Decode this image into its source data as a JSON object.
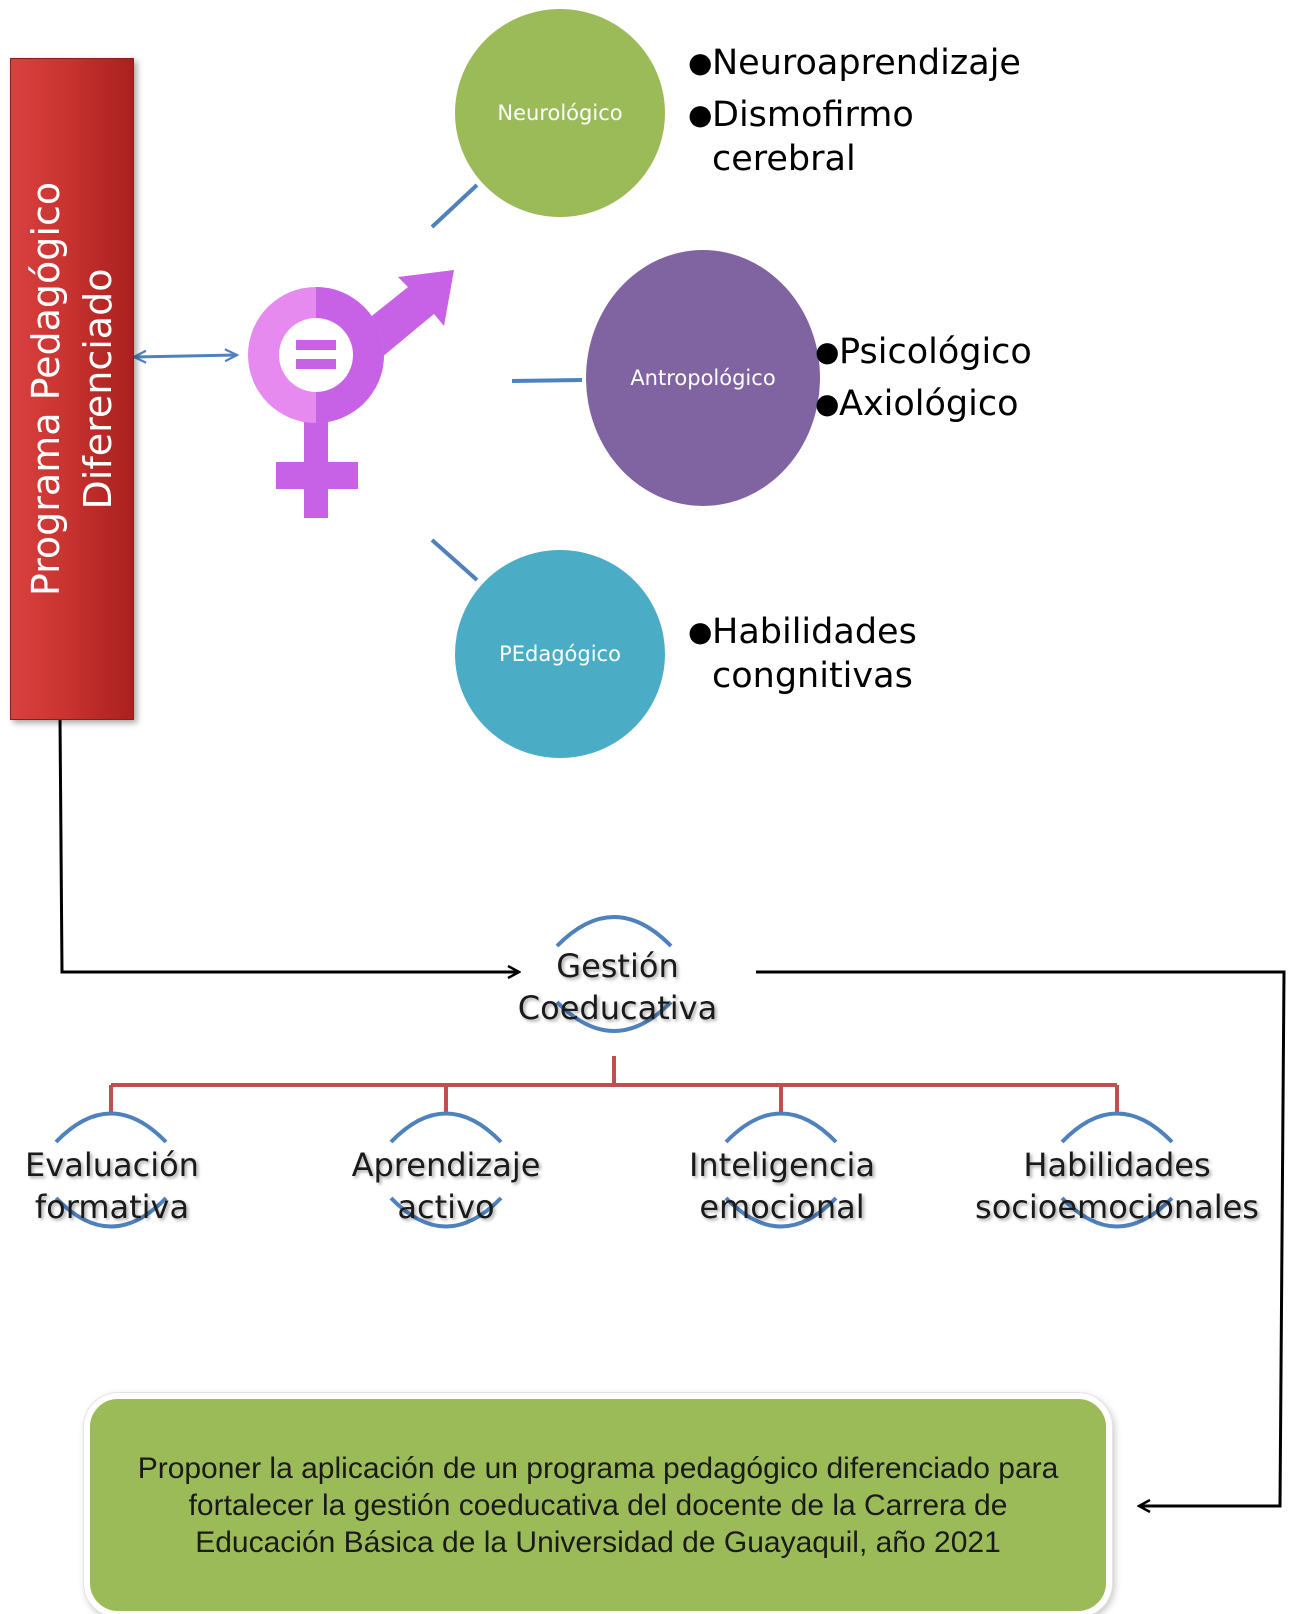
{
  "program_box": {
    "line1": "Programa Pedagógico",
    "line2": "Diferenciado"
  },
  "gender_symbol": {
    "icon": "gender-equality-icon",
    "color_main": "#c762e6",
    "color_light": "#e68af0"
  },
  "circles": {
    "neurologico": {
      "label": "Neurológico",
      "color": "#9bbb59",
      "bullets": [
        "Neuroaprendizaje",
        "Dismofirmo cerebral"
      ]
    },
    "antropologico": {
      "label": "Antropológico",
      "color": "#8064a2",
      "bullets": [
        "Psicológico",
        "Axiológico"
      ]
    },
    "pedagogico": {
      "label": "PEdagógico",
      "color": "#4bacc6",
      "bullets": [
        "Habilidades congnitivas"
      ]
    }
  },
  "gestion": {
    "line1": "Gestión",
    "line2": "Coeducativa"
  },
  "children": [
    {
      "line1": "Evaluación",
      "line2": "formativa"
    },
    {
      "line1": "Aprendizaje",
      "line2": "activo"
    },
    {
      "line1": "Inteligencia",
      "line2": "emocional"
    },
    {
      "line1": "Habilidades",
      "line2": "socioemocionales"
    }
  ],
  "goal": {
    "text": "Proponer la aplicación de un programa pedagógico diferenciado para fortalecer la gestión coeducativa del docente de la Carrera de Educación Básica de la Universidad de Guayaquil, año 2021",
    "color": "#9bbb59"
  },
  "colors": {
    "connector_blue": "#4f81bd",
    "tree_red": "#c0504d",
    "arc_blue": "#4f81bd",
    "arrow_black": "#000000"
  }
}
